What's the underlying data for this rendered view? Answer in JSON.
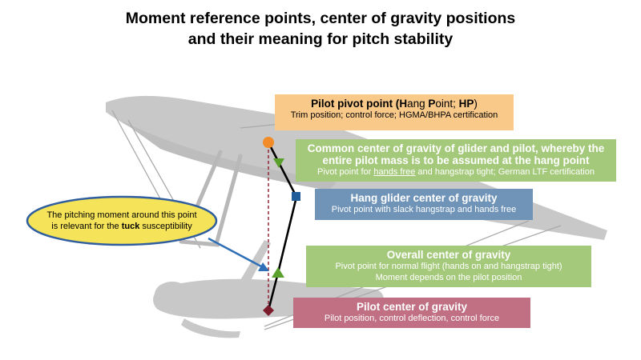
{
  "title": {
    "line1": "Moment reference points, center of gravity positions",
    "line2": "and their meaning for pitch stability"
  },
  "boxes": {
    "pilot_pivot": {
      "heading_a": "Pilot pivot point (",
      "heading_h": "H",
      "heading_b": "ang ",
      "heading_p": "P",
      "heading_c": "oint; ",
      "heading_hp": "HP",
      "heading_d": ")",
      "sub": "Trim position; control force; HGMA/BHPA certification"
    },
    "common_cg": {
      "heading1": "Common center of gravity of glider and pilot, whereby the",
      "heading2": "entire pilot mass is to be assumed at the hang point",
      "sub_a": "Pivot point for ",
      "sub_u": "hands free",
      "sub_b": " and hangstrap tight; German LTF certification"
    },
    "glider_cg": {
      "heading": "Hang glider center of gravity",
      "sub": "Pivot point with slack hangstrap and hands free"
    },
    "overall_cg": {
      "heading": "Overall center of gravity",
      "sub1": "Pivot point for normal flight (hands on and hangstrap tight)",
      "sub2": "Moment depends on the pilot position"
    },
    "pilot_cg": {
      "heading": "Pilot center of gravity",
      "sub": "Pilot position, control deflection, control force"
    }
  },
  "callout": {
    "line1": "The pitching moment around this point",
    "line2a": "is relevant for the ",
    "line2b": "tuck",
    "line2c": " susceptibility"
  },
  "colors": {
    "hang_point": "#f28c28",
    "common_cg": "#5aa02c",
    "glider_cg": "#1f5c99",
    "overall_cg": "#5aa02c",
    "pilot_cg": "#7a1a2a",
    "callout_fill": "#f5e35a",
    "callout_stroke": "#2f5d9e",
    "silhouette": "#c8c8c8"
  }
}
